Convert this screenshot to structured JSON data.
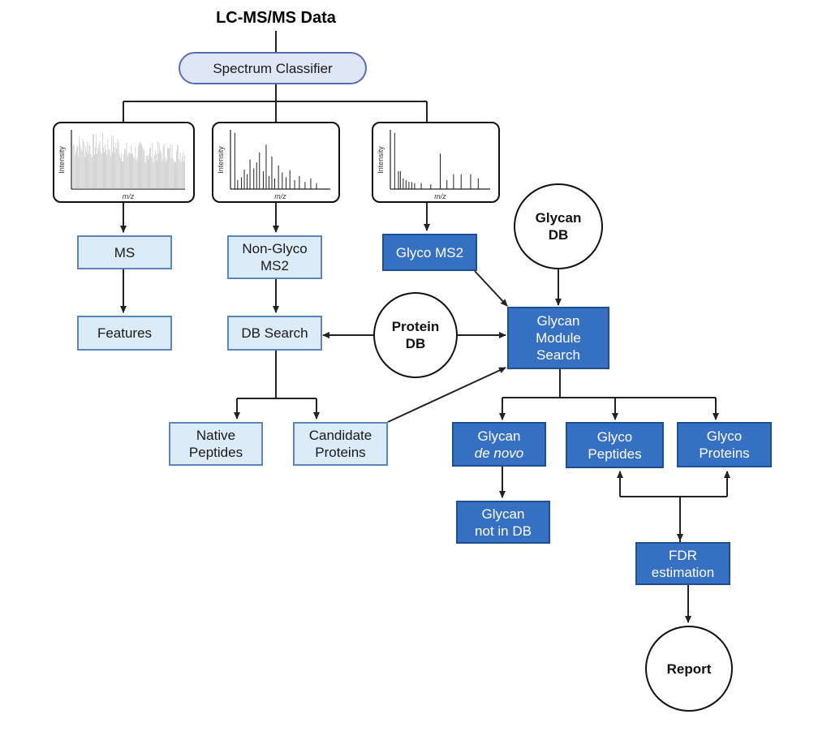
{
  "title": "LC-MS/MS Data",
  "classifier": "Spectrum Classifier",
  "spectra": {
    "ylabel": "Intensity",
    "xlabel": "m/z"
  },
  "nodes": {
    "ms": "MS",
    "features": "Features",
    "non_glyco_line1": "Non-Glyco",
    "non_glyco_line2": "MS2",
    "db_search": "DB Search",
    "native_line1": "Native",
    "native_line2": "Peptides",
    "candidate_line1": "Candidate",
    "candidate_line2": "Proteins",
    "glyco_ms2": "Glyco MS2",
    "glycan_db_line1": "Glycan",
    "glycan_db_line2": "DB",
    "protein_db_line1": "Protein",
    "protein_db_line2": "DB",
    "module_line1": "Glycan",
    "module_line2": "Module",
    "module_line3": "Search",
    "denovo_line1": "Glycan",
    "denovo_line2": "de novo",
    "glycopep_line1": "Glyco",
    "glycopep_line2": "Peptides",
    "glycoprot_line1": "Glyco",
    "glycoprot_line2": "Proteins",
    "notindb_line1": "Glycan",
    "notindb_line2": "not in DB",
    "fdr_line1": "FDR",
    "fdr_line2": "estimation",
    "report": "Report"
  },
  "colors": {
    "light_fill": "#dcebf8",
    "dark_fill": "#3570c2",
    "pill_fill": "#dfe6f6",
    "line": "#222222"
  }
}
